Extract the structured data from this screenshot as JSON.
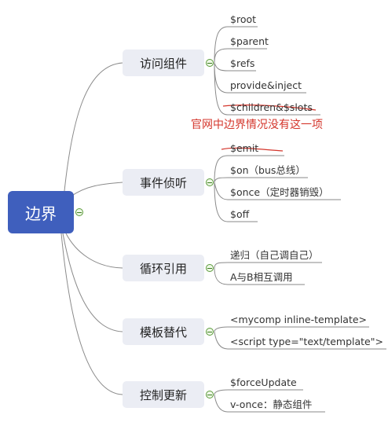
{
  "root": {
    "label": "边界"
  },
  "branches": [
    {
      "label": "访问组件",
      "leaves": [
        "$root",
        "$parent",
        "$refs",
        "provide&inject",
        "$children&$slots"
      ]
    },
    {
      "label": "事件侦听",
      "leaves": [
        "$emit",
        "$on（bus总线）",
        "$once（定时器销毁）",
        "$off"
      ]
    },
    {
      "label": "循环引用",
      "leaves": [
        "递归（自己调自己）",
        "A与B相互调用"
      ]
    },
    {
      "label": "模板替代",
      "leaves": [
        "<mycomp inline-template>",
        "<script type=\"text/template\">"
      ]
    },
    {
      "label": "控制更新",
      "leaves": [
        "$forceUpdate",
        "v-once：静态组件"
      ]
    }
  ],
  "note": "官网中边界情况没有这一项",
  "colors": {
    "root": "#3f5fbd",
    "branch": "#ebedf4",
    "connector": "#888888",
    "strike": "#d4362c",
    "note": "#d4362c",
    "toggle": "#5a9a3a"
  }
}
